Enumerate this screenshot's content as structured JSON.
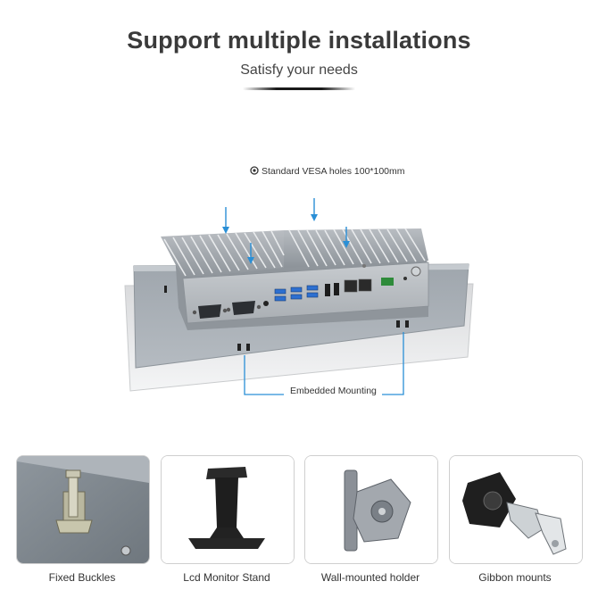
{
  "header": {
    "title": "Support multiple installations",
    "subtitle": "Satisfy your needs"
  },
  "hero": {
    "vesa_label": "Standard VESA holes 100*100mm",
    "embedded_label": "Embedded Mounting"
  },
  "installations": [
    {
      "label": "Fixed Buckles"
    },
    {
      "label": "Lcd Monitor Stand"
    },
    {
      "label": "Wall-mounted holder"
    },
    {
      "label": "Gibbon mounts"
    }
  ],
  "colors": {
    "arrow": "#2a8fd6",
    "title": "#3a3a3a"
  }
}
